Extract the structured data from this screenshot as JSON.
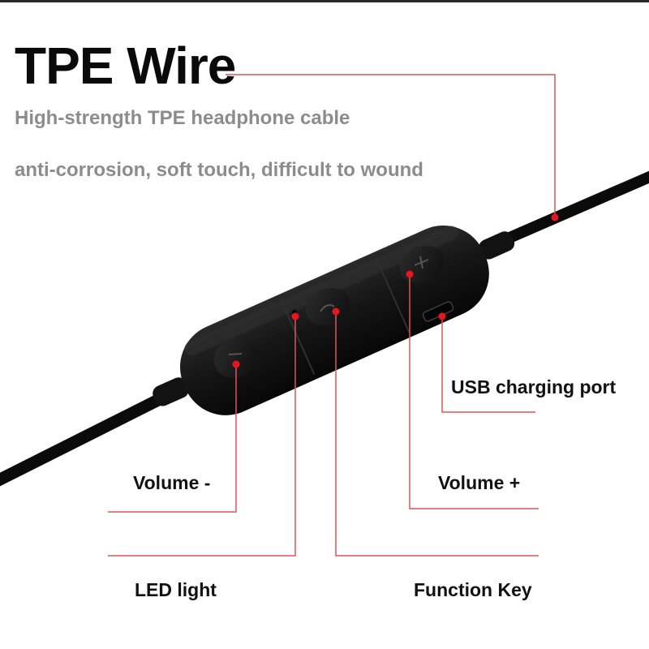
{
  "heading": {
    "title": "TPE Wire",
    "line1": "High-strength TPE headphone cable",
    "line2": "anti-corrosion, soft touch, difficult to wound"
  },
  "callouts": {
    "usb": "USB charging port",
    "volume_minus": "Volume -",
    "volume_plus": "Volume +",
    "led": "LED light",
    "function_key": "Function Key"
  },
  "colors": {
    "callout_line": "#e0525c",
    "callout_dot": "#e6151f",
    "remote_body": "#151515",
    "cable": "#0b0b0b",
    "subtitle": "#8c8c8c"
  }
}
